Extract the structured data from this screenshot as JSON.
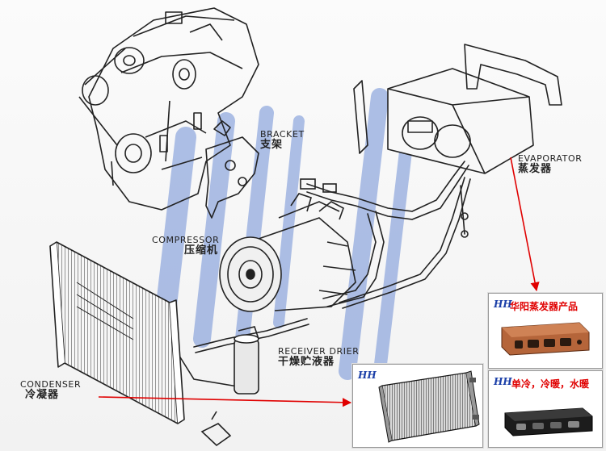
{
  "labels": {
    "bracket": {
      "en": "BRACKET",
      "zh": "支架"
    },
    "compressor": {
      "en": "COMPRESSOR",
      "zh": "压缩机"
    },
    "evaporator": {
      "en": "EVAPORATOR",
      "zh": "蒸发器"
    },
    "receiver_drier": {
      "en": "RECEIVER DRIER",
      "zh": "干燥贮液器"
    },
    "condenser": {
      "en": "CONDENSER",
      "zh": "冷凝器"
    }
  },
  "panels": {
    "evaporator_products": {
      "title": "华阳蒸发器产品",
      "logo": "HH"
    },
    "evaporator_types": {
      "title": "单冷，冷暖，水暖",
      "logo": "HH"
    },
    "condenser_product": {
      "logo": "HH"
    }
  },
  "colors": {
    "arrow": "#e00000",
    "watermark": "#6f8fd6",
    "line_art": "#222222",
    "panel_title": "#e00000",
    "logo": "#1b3fa8"
  }
}
